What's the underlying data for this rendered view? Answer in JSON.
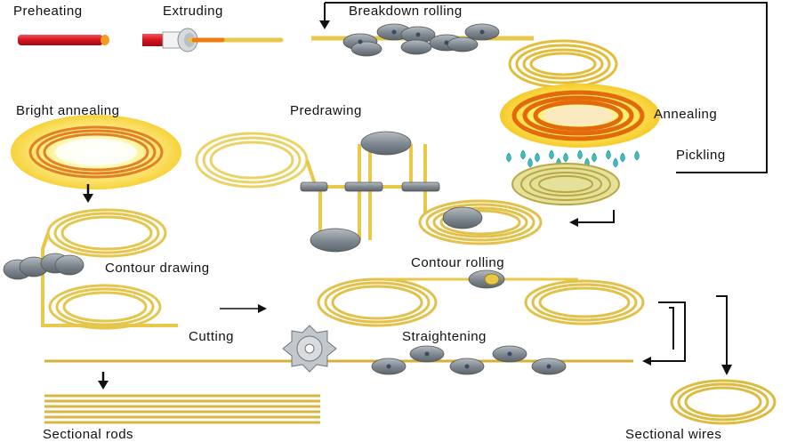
{
  "steps": {
    "preheating": "Preheating",
    "extruding": "Extruding",
    "breakdown_rolling": "Breakdown rolling",
    "annealing": "Annealing",
    "pickling": "Pickling",
    "bright_annealing": "Bright annealing",
    "predrawing": "Predrawing",
    "contour_drawing": "Contour drawing",
    "contour_rolling": "Contour rolling",
    "cutting": "Cutting",
    "straightening": "Straightening",
    "sectional_rods": "Sectional rods",
    "sectional_wires": "Sectional wires"
  },
  "colors": {
    "wire": "#e8c84a",
    "wire_dark": "#b8931a",
    "roller": "#8a949c",
    "hot_rod": "#d8202c",
    "annealing_core": "#f07c10",
    "glow": "#fff27a",
    "pickling_drop": "#3fbcc0",
    "cutter": "#b8bec4"
  }
}
